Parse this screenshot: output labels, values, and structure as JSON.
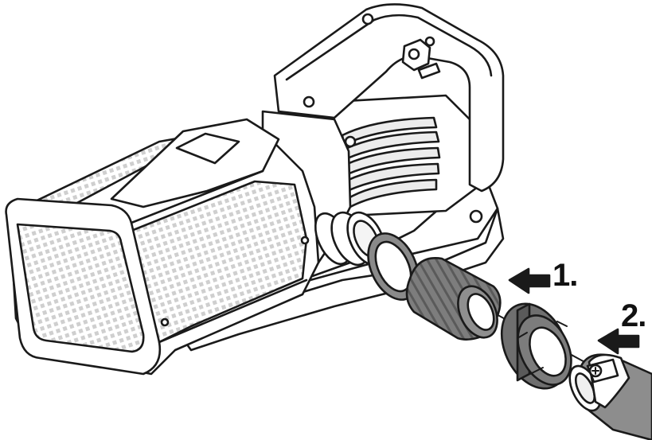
{
  "steps": [
    {
      "number": "1.",
      "target": "threaded-nut"
    },
    {
      "number": "2.",
      "target": "hose-clamp"
    }
  ],
  "colors": {
    "outline": "#1a1a1a",
    "housing": "#ffffff",
    "fins": "#e6e6e6",
    "screen": "#d9d9d9",
    "parts": "#7a7a7a",
    "parts_dark": "#5e5e5e",
    "hose": "#8d8d8d"
  },
  "icons": [
    "arrow-left-icon",
    "arrow-left-icon"
  ]
}
